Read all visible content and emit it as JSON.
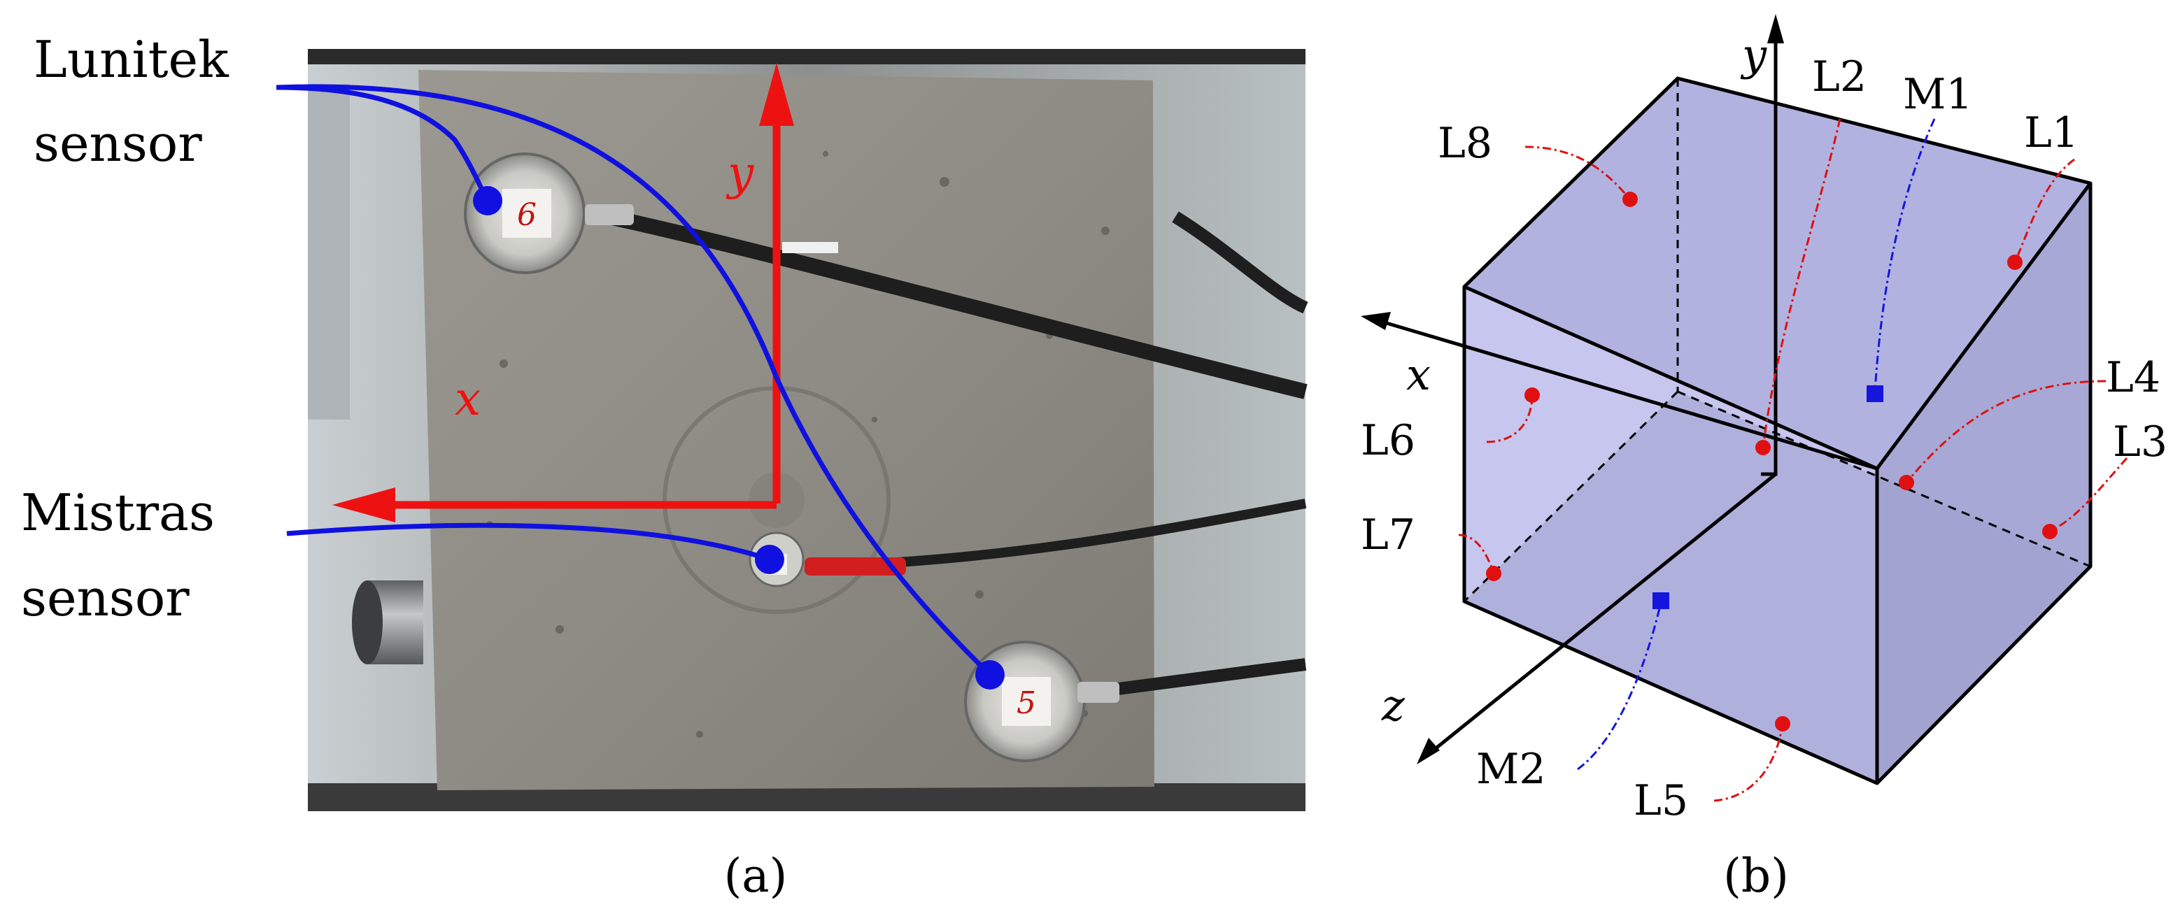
{
  "panel_a": {
    "caption": "(a)",
    "label_lunitek_1": "Lunitek",
    "label_lunitek_2": "sensor",
    "label_mistras_1": "Mistras",
    "label_mistras_2": "sensor",
    "axis_x": "x",
    "axis_y": "y",
    "sensor_number_top": "6",
    "sensor_number_bottom": "5",
    "colors": {
      "leader": "#1010e0",
      "axis": "#ee1111"
    }
  },
  "panel_b": {
    "caption": "(b)",
    "axis_x": "x",
    "axis_y": "y",
    "axis_z": "z",
    "points": {
      "L1": "L1",
      "L2": "L2",
      "L3": "L3",
      "L4": "L4",
      "L5": "L5",
      "L6": "L6",
      "L7": "L7",
      "L8": "L8",
      "M1": "M1",
      "M2": "M2"
    },
    "colors": {
      "cube_fill": "#b8b8e6",
      "lunitek_marker": "#e01010",
      "mistras_marker": "#1515dd"
    }
  }
}
